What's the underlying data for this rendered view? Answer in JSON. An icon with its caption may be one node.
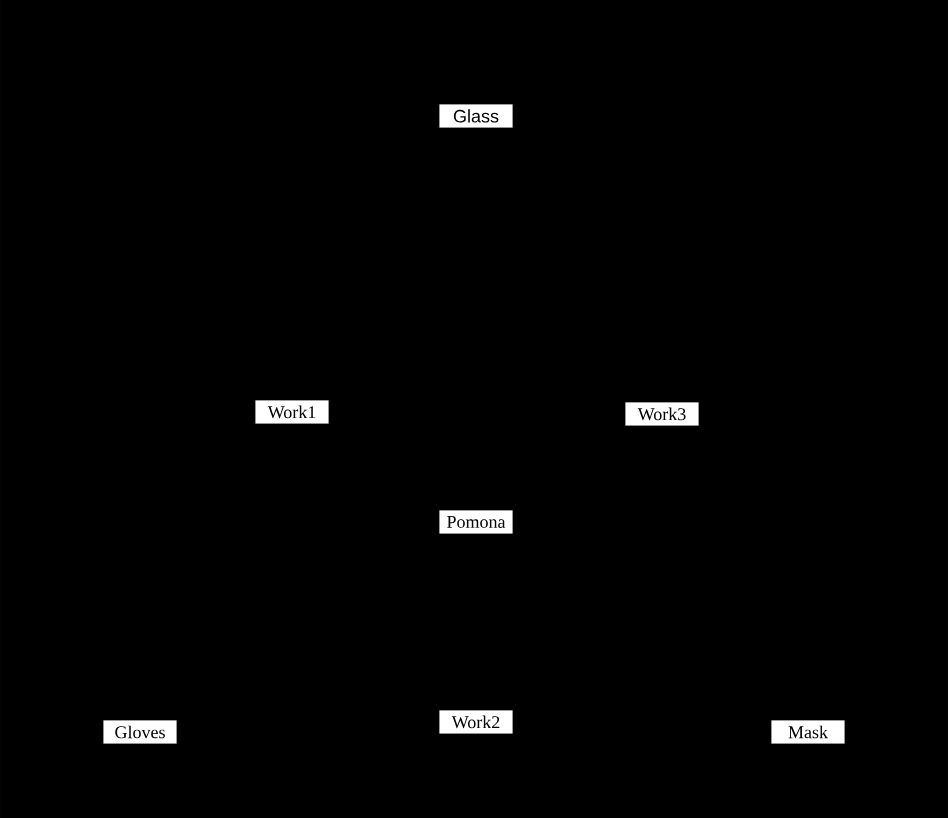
{
  "diagram": {
    "nodes": [
      {
        "text": [
          "Glass"
        ]
      },
      {
        "text": [
          "Work1"
        ]
      },
      {
        "text": [
          "Work3"
        ]
      },
      {
        "text": [
          "Pomona"
        ]
      },
      {
        "text": [
          "Gloves"
        ]
      },
      {
        "text": [
          "Work2"
        ]
      },
      {
        "text": [
          "Mask"
        ]
      }
    ]
  }
}
